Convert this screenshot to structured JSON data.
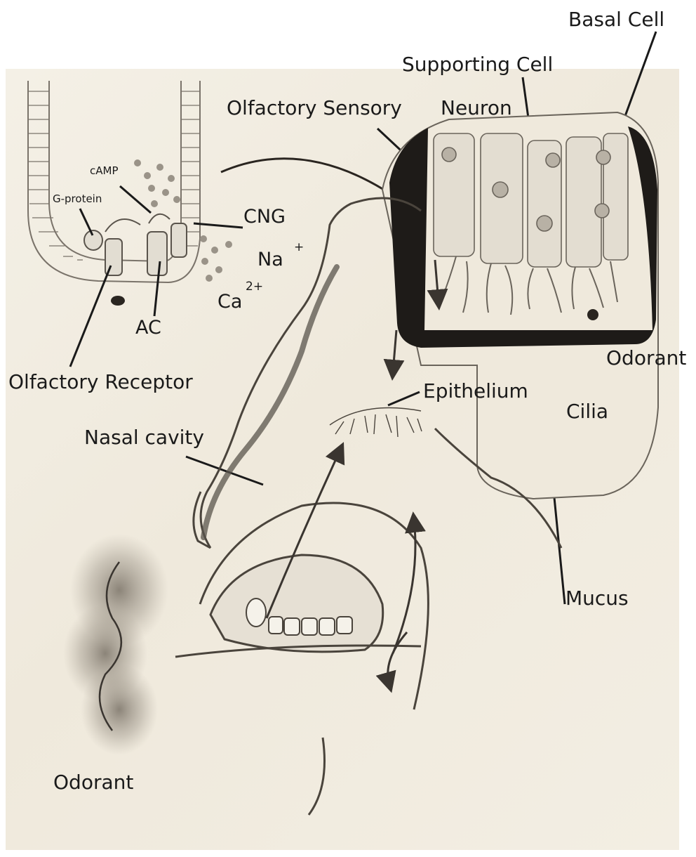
{
  "labels": {
    "basal_cell": "Basal Cell",
    "supporting_cell": "Supporting Cell",
    "olfactory_sensory": "Olfactory Sensory",
    "neuron": "Neuron",
    "camp": "cAMP",
    "g_protein": "G-protein",
    "cng": "CNG",
    "na": "Na",
    "na_charge": "+",
    "ca": "Ca",
    "ca_charge": "2+",
    "ac": "AC",
    "olfactory_receptor": "Olfactory Receptor",
    "odorant_upper": "Odorant",
    "epithelium": "Epithelium",
    "cilia": "Cilia",
    "nasal_cavity": "Nasal cavity",
    "mucus": "Mucus",
    "odorant_lower": "Odorant"
  }
}
